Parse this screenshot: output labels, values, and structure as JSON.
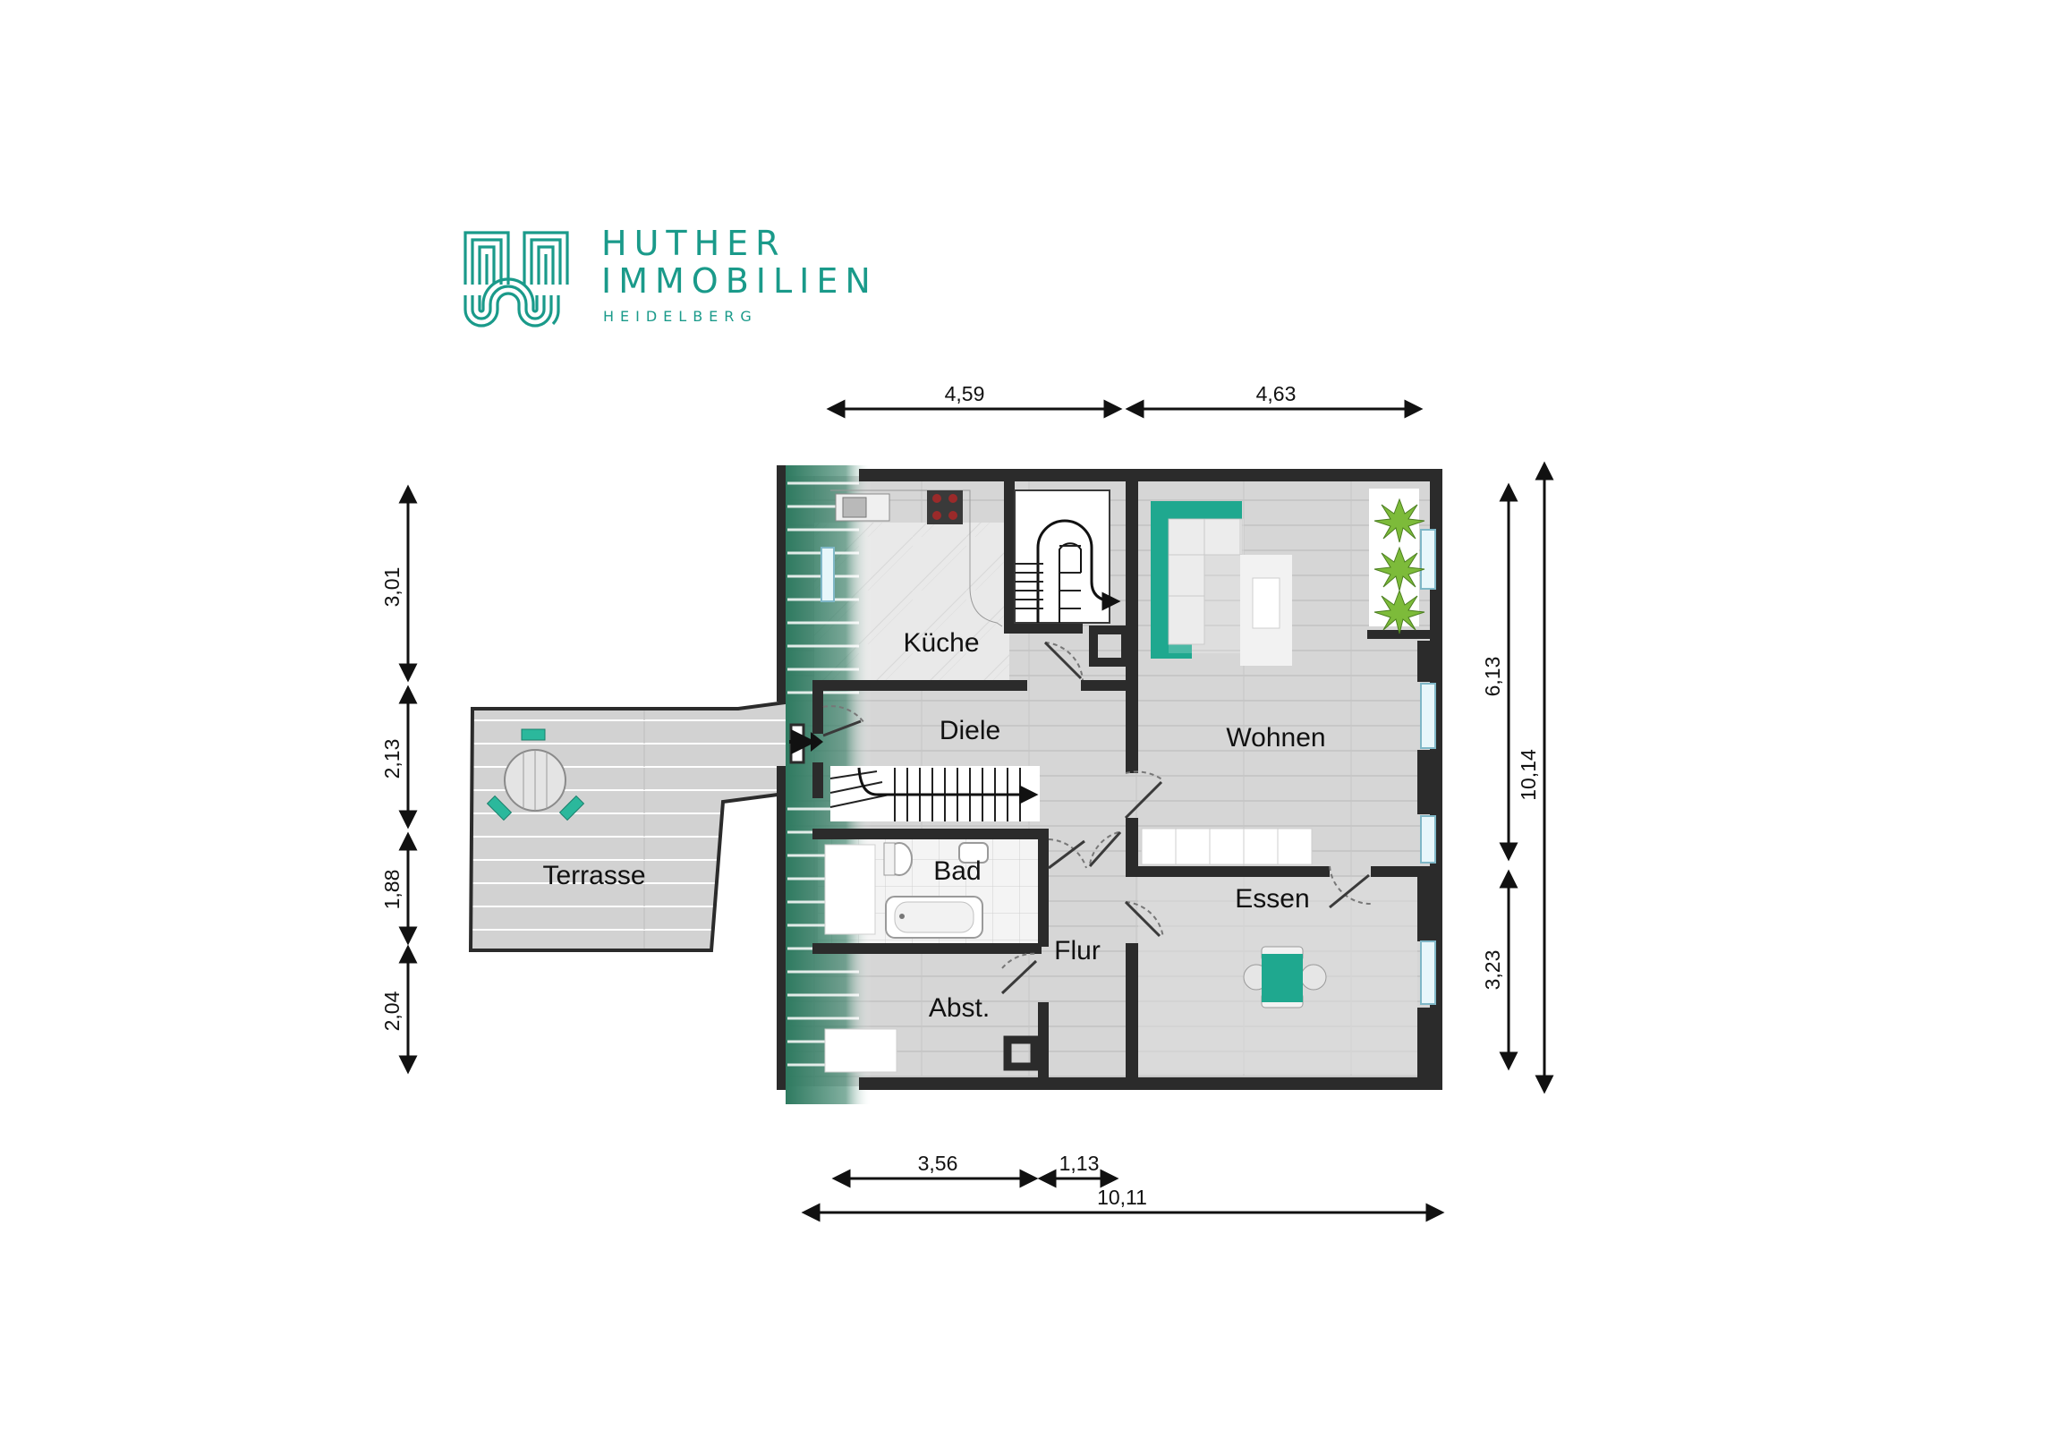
{
  "brand": {
    "line1": "HUTHER",
    "line2": "IMMOBILIEN",
    "line3": "HEIDELBERG",
    "color": "#1a9a8a"
  },
  "rooms": {
    "kueche": "Küche",
    "diele": "Diele",
    "wohnen": "Wohnen",
    "bad": "Bad",
    "essen": "Essen",
    "flur": "Flur",
    "abst": "Abst.",
    "terrasse": "Terrasse"
  },
  "dimensions": {
    "top_left": "4,59",
    "top_right": "4,63",
    "left_1": "3,01",
    "left_2": "2,13",
    "left_3": "1,88",
    "left_4": "2,04",
    "right_upper": "6,13",
    "right_lower": "3,23",
    "right_total": "10,14",
    "bottom_1": "3,56",
    "bottom_2": "1,13",
    "bottom_total": "10,11"
  },
  "colors": {
    "wall": "#2b2b2b",
    "floor": "#d3d3d3",
    "accent": "#1fa88f",
    "terrace": "#cfcfcf"
  }
}
